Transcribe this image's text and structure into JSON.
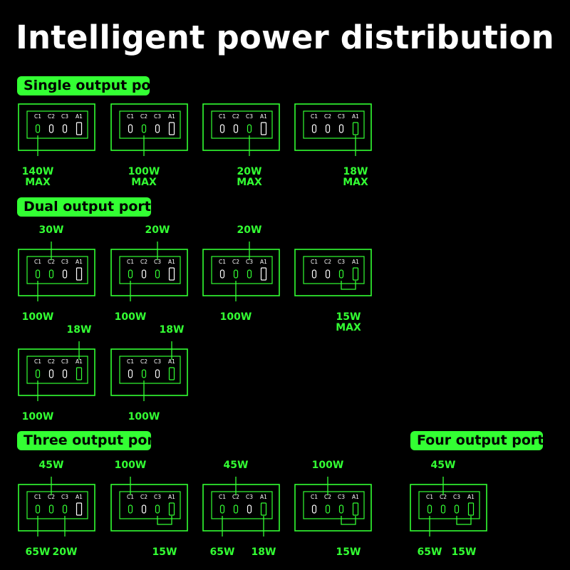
{
  "title": "Intelligent power distribution",
  "port_names": [
    "C1",
    "C2",
    "C3",
    "A1"
  ],
  "colors": {
    "active": "#33ff33",
    "inactive": "#ffffff",
    "background": "#000000"
  },
  "sections": [
    {
      "label": "Single output port",
      "cards": [
        {
          "active": [
            0
          ],
          "top": [],
          "bottom": [
            {
              "text": "140W",
              "sub": "MAX",
              "ports": [
                0
              ]
            }
          ]
        },
        {
          "active": [
            1
          ],
          "top": [],
          "bottom": [
            {
              "text": "100W",
              "sub": "MAX",
              "ports": [
                1
              ]
            }
          ]
        },
        {
          "active": [
            2
          ],
          "top": [],
          "bottom": [
            {
              "text": "20W",
              "sub": "MAX",
              "ports": [
                2
              ]
            }
          ]
        },
        {
          "active": [
            3
          ],
          "top": [],
          "bottom": [
            {
              "text": "18W",
              "sub": "MAX",
              "ports": [
                3
              ]
            }
          ]
        }
      ]
    },
    {
      "label": "Dual output ports",
      "cards": [
        {
          "active": [
            0,
            1
          ],
          "top": [
            {
              "text": "30W",
              "ports": [
                1
              ]
            }
          ],
          "bottom": [
            {
              "text": "100W",
              "ports": [
                0
              ]
            }
          ]
        },
        {
          "active": [
            0,
            2
          ],
          "top": [
            {
              "text": "20W",
              "ports": [
                2
              ]
            }
          ],
          "bottom": [
            {
              "text": "100W",
              "ports": [
                0
              ]
            }
          ]
        },
        {
          "active": [
            1,
            2
          ],
          "top": [
            {
              "text": "20W",
              "ports": [
                2
              ]
            }
          ],
          "bottom": [
            {
              "text": "100W",
              "ports": [
                1
              ]
            }
          ]
        },
        {
          "active": [
            2,
            3
          ],
          "top": [],
          "bottom": [
            {
              "text": "15W",
              "sub": "MAX",
              "ports": [
                2,
                3
              ]
            }
          ]
        },
        {
          "active": [
            0,
            3
          ],
          "top": [
            {
              "text": "18W",
              "ports": [
                3
              ]
            }
          ],
          "bottom": [
            {
              "text": "100W",
              "ports": [
                0
              ]
            }
          ]
        },
        {
          "active": [
            1,
            3
          ],
          "top": [
            {
              "text": "18W",
              "ports": [
                3
              ]
            }
          ],
          "bottom": [
            {
              "text": "100W",
              "ports": [
                1
              ]
            }
          ]
        }
      ]
    },
    {
      "label": "Three output ports",
      "cards": [
        {
          "active": [
            0,
            1,
            2
          ],
          "top": [
            {
              "text": "45W",
              "ports": [
                1
              ]
            }
          ],
          "bottom": [
            {
              "text": "65W",
              "ports": [
                0
              ]
            },
            {
              "text": "20W",
              "ports": [
                2
              ]
            }
          ]
        },
        {
          "active": [
            0,
            2,
            3
          ],
          "top": [
            {
              "text": "100W",
              "ports": [
                0
              ]
            }
          ],
          "bottom": [
            {
              "text": "15W",
              "ports": [
                2,
                3
              ]
            }
          ]
        },
        {
          "active": [
            0,
            1,
            3
          ],
          "top": [
            {
              "text": "45W",
              "ports": [
                1
              ]
            }
          ],
          "bottom": [
            {
              "text": "65W",
              "ports": [
                0
              ]
            },
            {
              "text": "18W",
              "ports": [
                3
              ]
            }
          ]
        },
        {
          "active": [
            1,
            2,
            3
          ],
          "top": [
            {
              "text": "100W",
              "ports": [
                1
              ]
            }
          ],
          "bottom": [
            {
              "text": "15W",
              "ports": [
                2,
                3
              ]
            }
          ]
        }
      ]
    },
    {
      "label": "Four output ports",
      "cards": [
        {
          "active": [
            0,
            1,
            2,
            3
          ],
          "top": [
            {
              "text": "45W",
              "ports": [
                1
              ]
            }
          ],
          "bottom": [
            {
              "text": "65W",
              "ports": [
                0
              ]
            },
            {
              "text": "15W",
              "ports": [
                2,
                3
              ]
            }
          ]
        }
      ]
    }
  ]
}
